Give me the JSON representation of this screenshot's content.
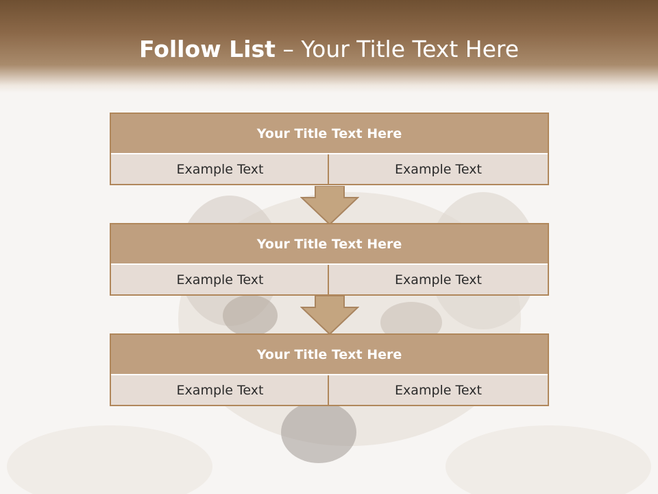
{
  "slide": {
    "title_bold": "Follow List",
    "title_rest": " – Your Title Text Here"
  },
  "blocks": [
    {
      "title": "Your Title Text Here",
      "left": "Example Text",
      "right": "Example Text"
    },
    {
      "title": "Your Title Text Here",
      "left": "Example Text",
      "right": "Example Text"
    },
    {
      "title": "Your Title Text Here",
      "left": "Example Text",
      "right": "Example Text"
    }
  ],
  "colors": {
    "header_dark": "#6f5032",
    "block_title_fill": "#bf9f7f",
    "block_cell_fill": "#e6dcd5",
    "border": "#b0875b",
    "arrow_fill": "#c4a580"
  }
}
